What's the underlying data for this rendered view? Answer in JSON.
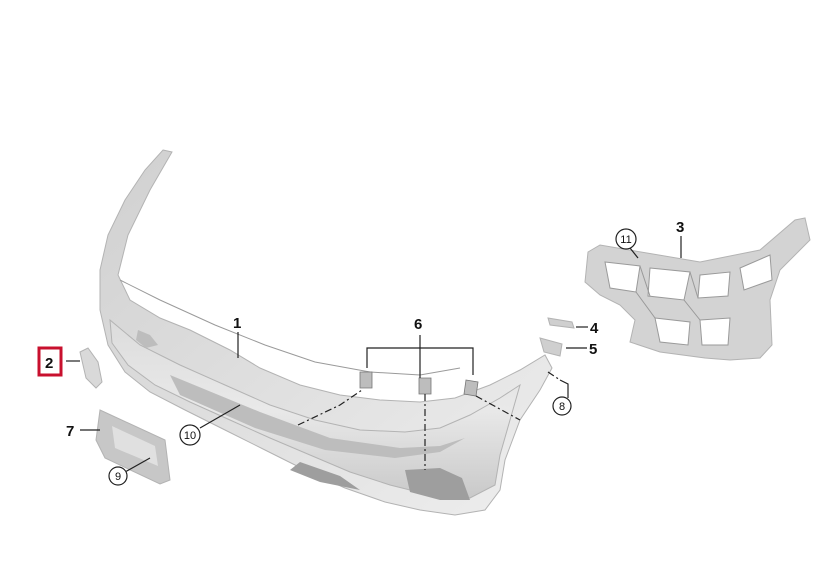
{
  "callouts": {
    "c1": "1",
    "c2": "2",
    "c3": "3",
    "c4": "4",
    "c5": "5",
    "c6": "6",
    "c7": "7",
    "c8": "8",
    "c9": "9",
    "c10": "10",
    "c11": "11"
  },
  "colors": {
    "part_light": "#e6e6e6",
    "part_mid": "#cfcfcf",
    "part_dark": "#a9a9a9",
    "highlight_box": "#c8102e"
  }
}
